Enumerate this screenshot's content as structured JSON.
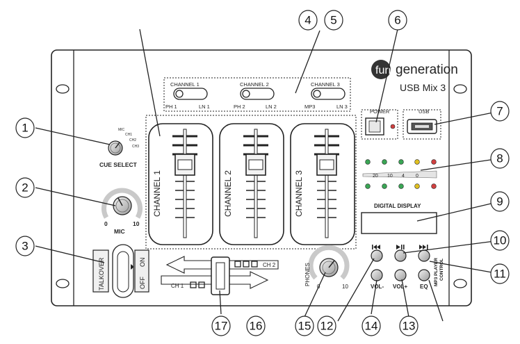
{
  "brand": {
    "prefix": "fun",
    "name": "generation",
    "model": "USB Mix 3"
  },
  "cue": {
    "positions": [
      "MIC",
      "CH1",
      "CH2",
      "CH3"
    ],
    "label": "CUE SELECT"
  },
  "mic": {
    "label": "MIC",
    "min": "0",
    "max": "10"
  },
  "talkover": {
    "label": "TALKOVER",
    "off": "OFF",
    "on": "ON"
  },
  "switches": [
    {
      "title": "CHANNEL 1",
      "left": "PH 1",
      "right": "LN 1"
    },
    {
      "title": "CHANNEL 2",
      "left": "PH 2",
      "right": "LN 2"
    },
    {
      "title": "CHANNEL 3",
      "left": "MP3",
      "right": "LN 3"
    }
  ],
  "faders": [
    "CHANNEL 1",
    "CHANNEL 2",
    "CHANNEL 3"
  ],
  "crossfader": {
    "left": "CH 1",
    "right": "CH 2"
  },
  "phones": {
    "label": "PHONES",
    "min": "0",
    "max": "10"
  },
  "power": {
    "label": "POWER"
  },
  "usb": {
    "label": "USB"
  },
  "meter": {
    "scale": [
      "20",
      "10",
      "4",
      "0"
    ]
  },
  "display": {
    "label": "DIGITAL DISPLAY"
  },
  "player": {
    "vol_down": "VOL-",
    "vol_up": "VOL+",
    "eq": "EQ",
    "control": [
      "MP3 PLAYER",
      "CONTROL"
    ]
  },
  "callouts": [
    "1",
    "2",
    "3",
    "4",
    "5",
    "6",
    "7",
    "8",
    "9",
    "10",
    "11",
    "12",
    "13",
    "14",
    "15",
    "16",
    "17"
  ],
  "colors": {
    "led_green": "#3aa655",
    "led_yellow": "#e0c020",
    "led_red": "#d04040",
    "outline": "#222222"
  }
}
